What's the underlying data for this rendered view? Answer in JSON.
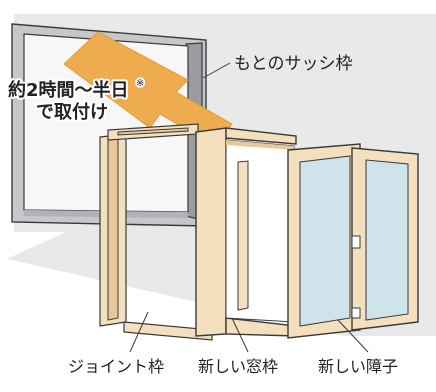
{
  "callouts": {
    "time_line1": "約2時間〜半日",
    "time_mark": "※",
    "time_line2": "で取付け"
  },
  "labels": {
    "original_frame": "もとのサッシ枠",
    "joint_frame": "ジョイント枠",
    "new_window_frame": "新しい窓枠",
    "new_sash": "新しい障子"
  },
  "colors": {
    "background": "#ffffff",
    "panel": "#e9e9ea",
    "frame_gray": "#8a8c90",
    "glass": "#f6f7f8",
    "arrow": "#efac4e",
    "wood": "#f4dfbf",
    "wood_shade": "#e6c89a",
    "sash_glass": "#cfe3ea",
    "outline": "#3a3a3a"
  }
}
